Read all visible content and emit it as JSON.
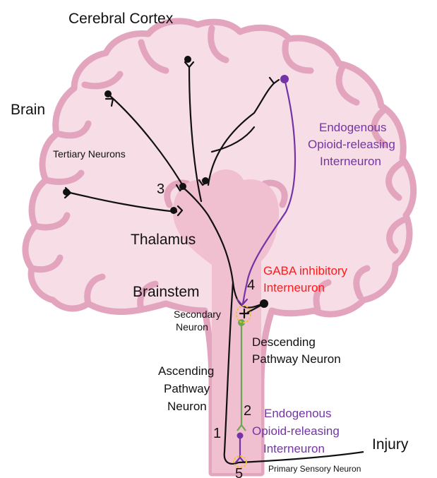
{
  "labels": {
    "cerebral_cortex": "Cerebral Cortex",
    "brain": "Brain",
    "tertiary_neurons": "Tertiary Neurons",
    "thalamus": "Thalamus",
    "brainstem": "Brainstem",
    "secondary_neuron_1": "Secondary",
    "secondary_neuron_2": "Neuron",
    "ascending_1": "Ascending",
    "ascending_2": "Pathway",
    "ascending_3": "Neuron",
    "descending_1": "Descending",
    "descending_2": "Pathway Neuron",
    "gaba_1": "GABA inhibitory",
    "gaba_2": "Interneuron",
    "opioid_top_1": "Endogenous",
    "opioid_top_2": "Opioid-releasing",
    "opioid_top_3": "Interneuron",
    "opioid_bottom_1": "Endogenous",
    "opioid_bottom_2": "Opioid-releasing",
    "opioid_bottom_3": "Interneuron",
    "injury": "Injury",
    "primary_sensory_neuron": "Primary Sensory Neuron",
    "num_1": "1",
    "num_2": "2",
    "num_3": "3",
    "num_4": "4",
    "num_5": "5"
  },
  "colors": {
    "brain_fill": "#f7dde6",
    "brain_outline": "#e3a4be",
    "black_neuron": "#111111",
    "purple_neuron": "#7434a6",
    "green_neuron": "#6aa84f",
    "red_text": "#ff1a1a",
    "synapse_highlight": "#f1c232"
  }
}
